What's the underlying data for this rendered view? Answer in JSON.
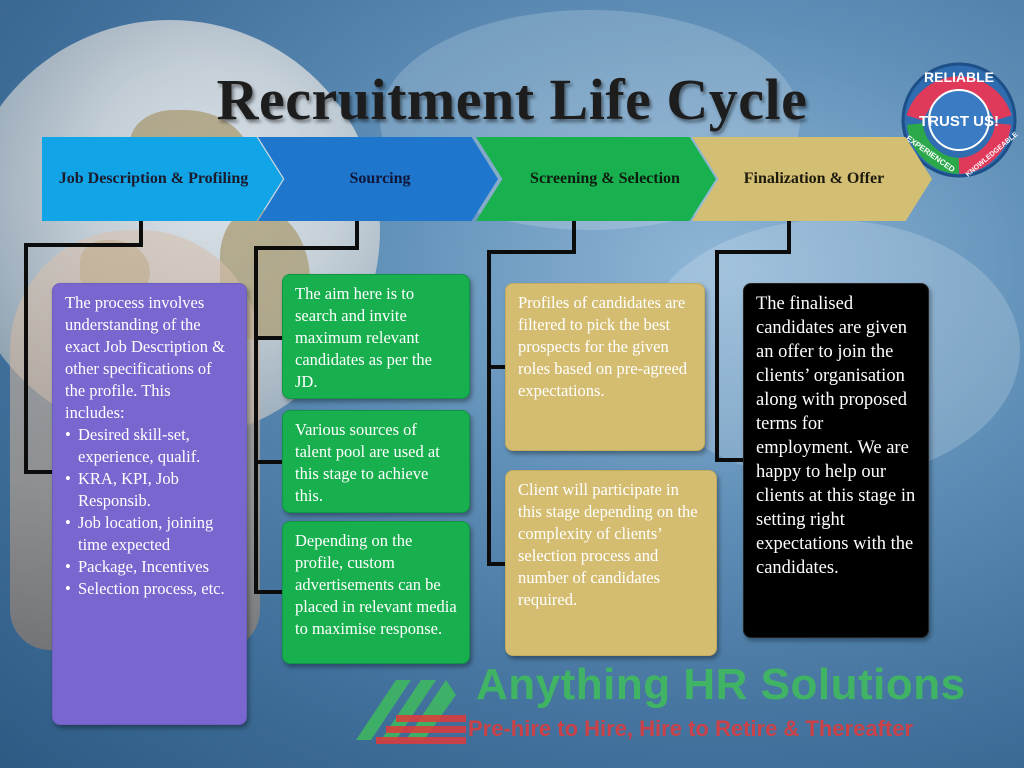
{
  "title": "Recruitment Life Cycle",
  "badge": {
    "words": [
      "RELIABLE",
      "TRUST US!",
      "EXPERIENCED",
      "KNOWLEDGEABLE"
    ]
  },
  "stages": [
    {
      "label": "Job Description & Profiling",
      "color": "#11a4e6"
    },
    {
      "label": "Sourcing",
      "color": "#1f76cd"
    },
    {
      "label": "Screening & Selection",
      "color": "#19b04f"
    },
    {
      "label": "Finalization & Offer",
      "color": "#d3bf73"
    }
  ],
  "boxes": {
    "profiling": {
      "intro": "The process involves understanding of the exact Job Description & other specifications of the profile. This includes:",
      "bullets": [
        "Desired skill-set, experience, qualif.",
        "KRA, KPI, Job Responsib.",
        "Job location, joining time expected",
        "Package, Incentives",
        "Selection process, etc."
      ]
    },
    "sourcing": [
      "The aim here is to search and invite maximum relevant candidates as per the JD.",
      "Various sources of talent pool are used at this stage to achieve this.",
      "Depending on the profile, custom advertisements can be placed in relevant media to maximise response."
    ],
    "screening": [
      "Profiles of candidates are filtered to pick the best prospects for the given roles based on pre-agreed expectations.",
      "Client will participate in this stage depending on the complexity of clients’ selection process and number of candidates required."
    ],
    "offer": "The finalised candidates are given an offer to join the clients’ organisation along with proposed terms for employment. We are happy to help our clients at this stage in setting right expectations with the candidates."
  },
  "brand": {
    "name": "Anything HR Solutions",
    "tagline": "Pre-hire to Hire, Hire to Retire & Thereafter"
  }
}
